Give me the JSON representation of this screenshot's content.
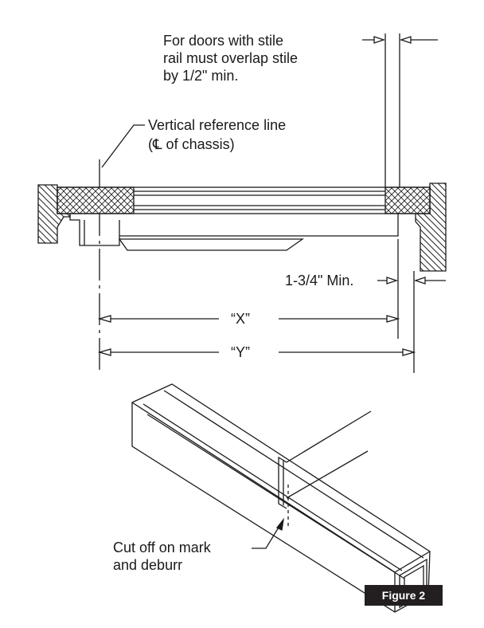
{
  "labels": {
    "stile_note_line1": "For doors with stile",
    "stile_note_line2": "rail must overlap stile",
    "stile_note_line3": "by 1/2\" min.",
    "ref_line1": "Vertical reference line",
    "ref_line2": "(℄ of chassis)",
    "min_clear": "1-3/4\" Min.",
    "dim_x": "“X”",
    "dim_y": "“Y”",
    "cut_line1": "Cut off on mark",
    "cut_line2": "and deburr"
  },
  "figure_badge": "Figure 2"
}
